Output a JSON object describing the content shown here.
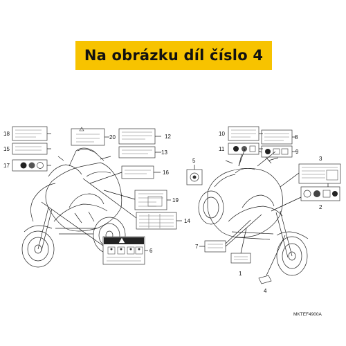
{
  "banner": {
    "text": "Na obrázku díl číslo 4",
    "color": "#f7c300"
  },
  "callouts": [
    "1",
    "2",
    "3",
    "4",
    "5",
    "6",
    "7",
    "8",
    "9",
    "10",
    "11",
    "12",
    "13",
    "14",
    "15",
    "16",
    "17",
    "18",
    "19",
    "20"
  ],
  "diagram_code": "MKTEF4900A"
}
